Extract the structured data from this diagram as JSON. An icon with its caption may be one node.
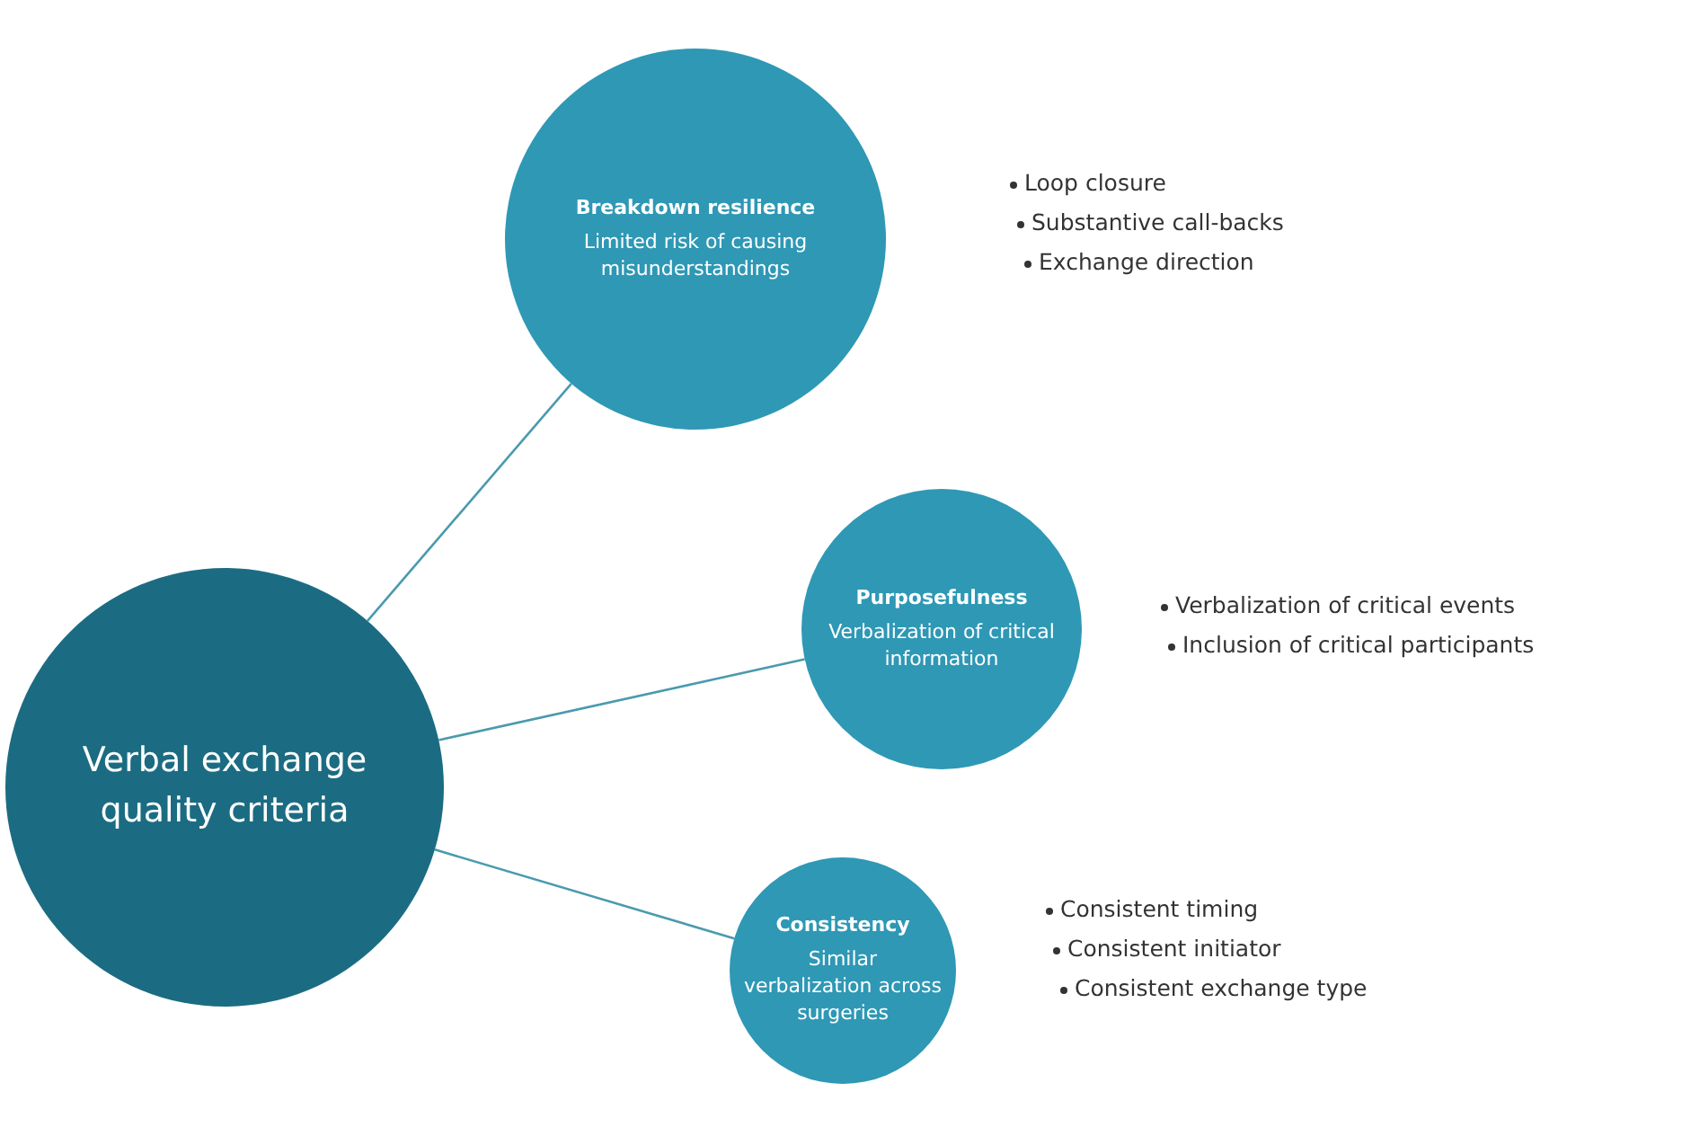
{
  "diagram": {
    "nodes": [
      {
        "text": [
          "Verbal exchange quality criteria"
        ]
      },
      {
        "text": [
          "Breakdown resilience",
          "Limited risk of causing misunderstandings"
        ],
        "beside": [
          "Loop closure",
          "Substantive call-backs",
          "Exchange direction"
        ]
      },
      {
        "text": [
          "Purposefulness",
          "Verbalization of critical information"
        ],
        "beside": [
          "Verbalization of critical events",
          "Inclusion of critical participants"
        ]
      },
      {
        "text": [
          "Consistency",
          "Similar verbalization across surgeries"
        ],
        "beside": [
          "Consistent timing",
          "Consistent initiator",
          "Consistent exchange type"
        ]
      }
    ],
    "edges": [
      {
        "from": 0,
        "to": 1,
        "arrow": "none"
      },
      {
        "from": 0,
        "to": 2,
        "arrow": "none"
      },
      {
        "from": 0,
        "to": 3,
        "arrow": "none"
      }
    ]
  }
}
